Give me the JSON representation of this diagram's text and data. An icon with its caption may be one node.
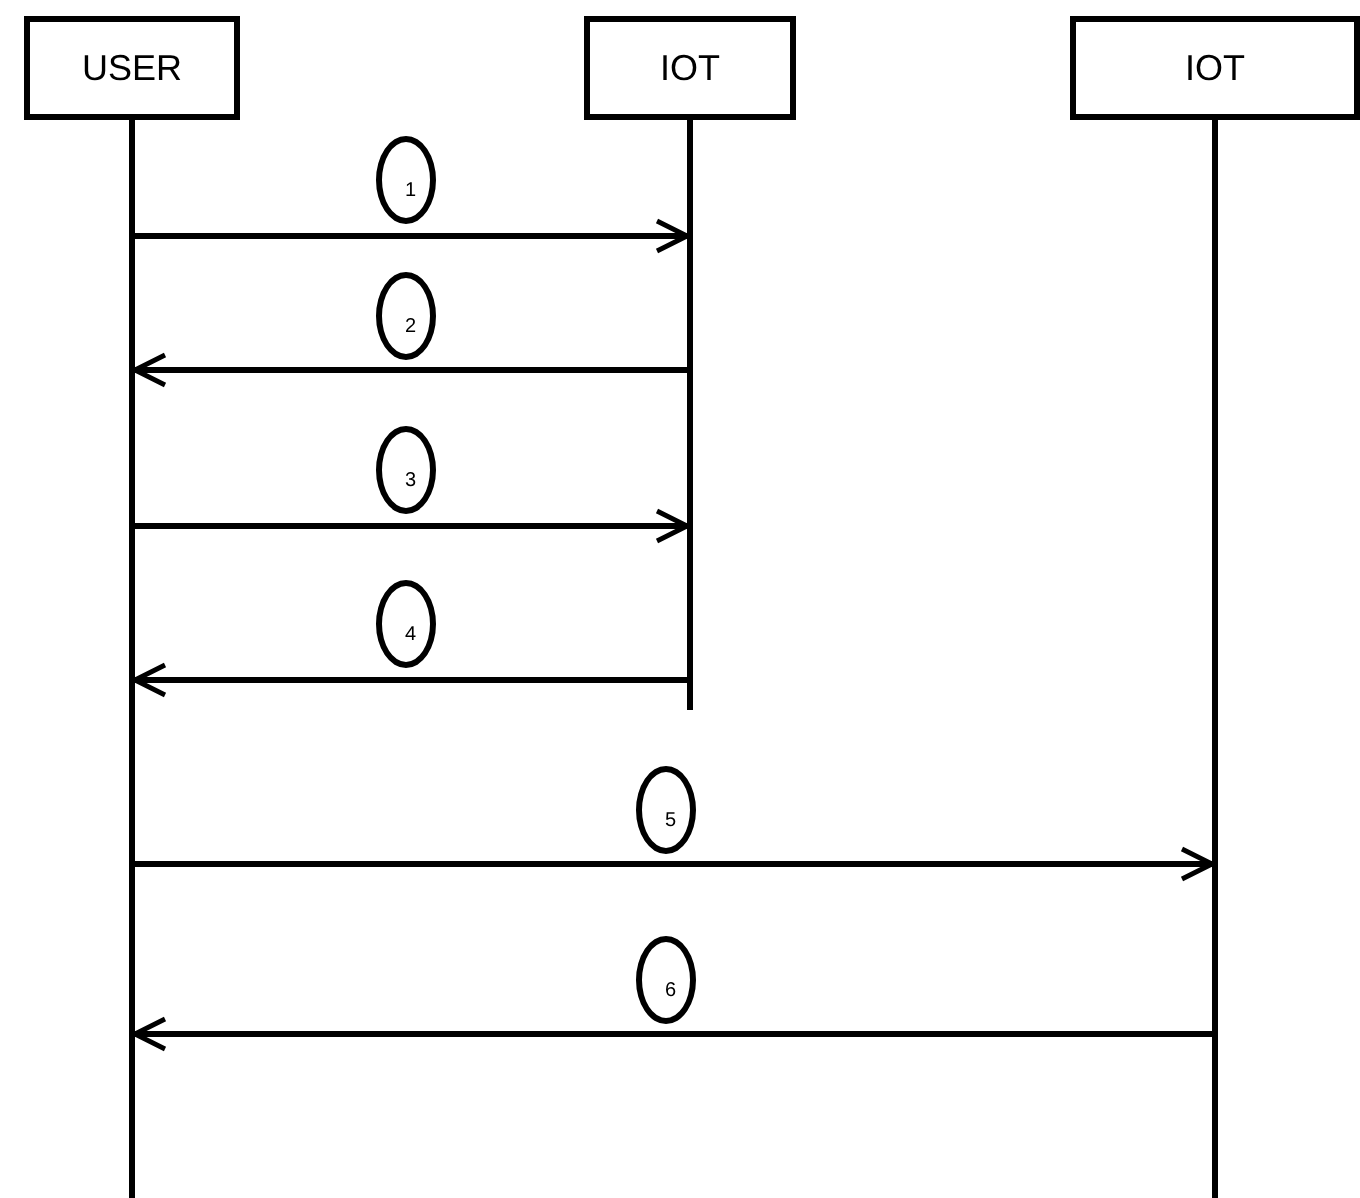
{
  "diagram": {
    "nodes": [
      {
        "text": [
          "USER"
        ]
      },
      {
        "text": [
          "IOT"
        ]
      },
      {
        "text": [
          "IOT"
        ]
      },
      {
        "text": [
          "1"
        ]
      },
      {
        "text": [
          "2"
        ]
      },
      {
        "text": [
          "3"
        ]
      },
      {
        "text": [
          "4"
        ]
      },
      {
        "text": [
          "5"
        ]
      },
      {
        "text": [
          "6"
        ]
      }
    ],
    "edges": [
      {
        "from": 0,
        "to": 1,
        "arrow": "to"
      },
      {
        "from": 1,
        "to": 0,
        "arrow": "to"
      },
      {
        "from": 0,
        "to": 1,
        "arrow": "to"
      },
      {
        "from": 1,
        "to": 0,
        "arrow": "to"
      },
      {
        "from": 0,
        "to": 2,
        "arrow": "to"
      },
      {
        "from": 2,
        "to": 0,
        "arrow": "to"
      }
    ]
  }
}
